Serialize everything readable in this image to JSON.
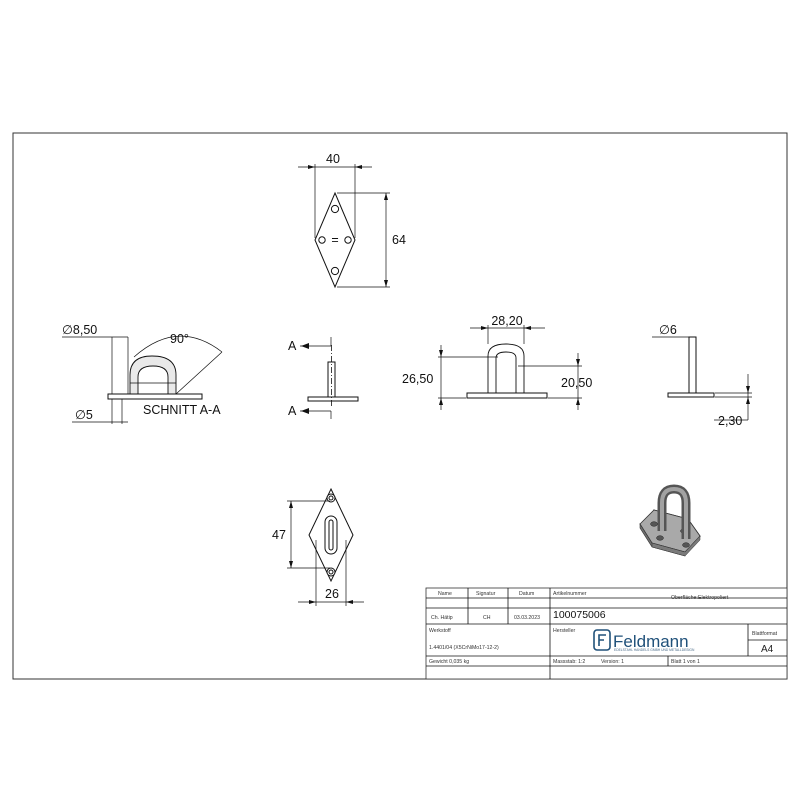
{
  "dimensions": {
    "top_width": "40",
    "top_height": "64",
    "top_symbol": "=",
    "dia_8_50": "∅8,50",
    "angle_90": "90°",
    "dia_5": "∅5",
    "section_label": "SCHNITT A-A",
    "section_mark_top": "A",
    "section_mark_bottom": "A",
    "front_width": "28,20",
    "front_total_height": "26,50",
    "front_inner_height": "20,50",
    "side_dia": "∅6",
    "plate_thickness": "2,30",
    "bottom_height": "47",
    "bottom_width": "26"
  },
  "title_block": {
    "label_name": "Name",
    "label_signatur": "Signatur",
    "label_datum": "Datum",
    "label_artikelnummer": "Artikelnummer",
    "label_oberflaeche": "Oberfläche:",
    "oberflaeche_value": "Elektropoliert",
    "name_value": "Ch. Hätip",
    "signatur_value": "CH",
    "datum_value": "03.03.2023",
    "artikelnummer_value": "100075006",
    "label_werkstoff": "Werkstoff",
    "werkstoff_value": "1.4401/04 (X5CrNiMo17-12-2)",
    "label_hersteller": "Hersteller",
    "label_blattformat": "Blattformat",
    "blattformat_value": "A4",
    "gewicht": "Gewicht 0,035 kg",
    "massstab": "Massstab: 1:2",
    "version": "Version: 1",
    "blatt": "Blatt 1 von 1",
    "logo_text": "Feldmann",
    "logo_tagline": "EDELSTAHL HANDELS GMBH UND METALLDESIGN"
  }
}
